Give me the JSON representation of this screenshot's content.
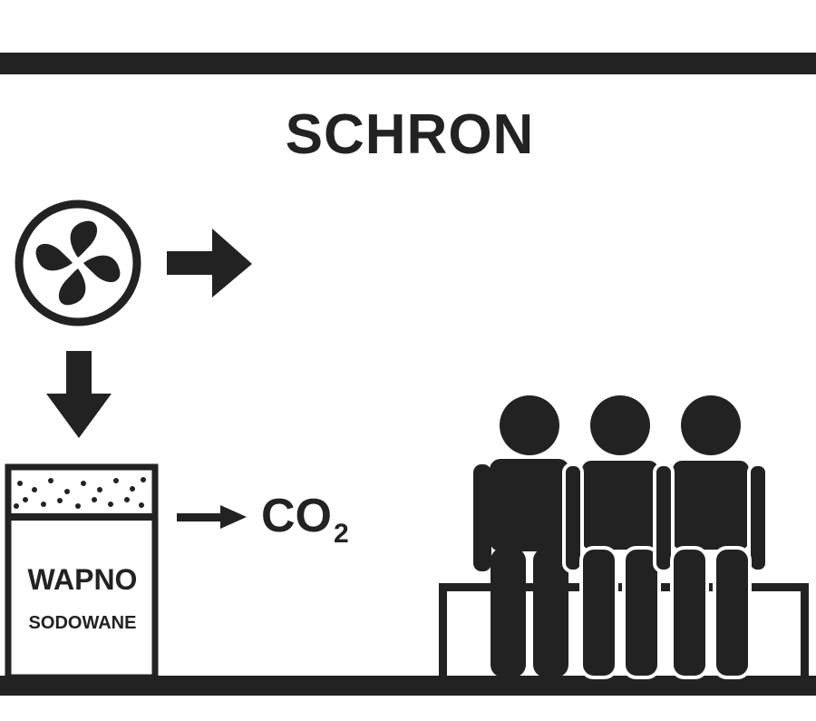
{
  "title": "SCHRON",
  "co2": {
    "text": "CO",
    "subscript": "2"
  },
  "absorber": {
    "line1": "WAPNO",
    "line2": "SODOWANE"
  },
  "colors": {
    "ink": "#222222",
    "background": "#ffffff"
  },
  "icons": [
    "fan-icon",
    "arrow-right-icon",
    "arrow-down-icon",
    "people-on-bench-icon"
  ]
}
